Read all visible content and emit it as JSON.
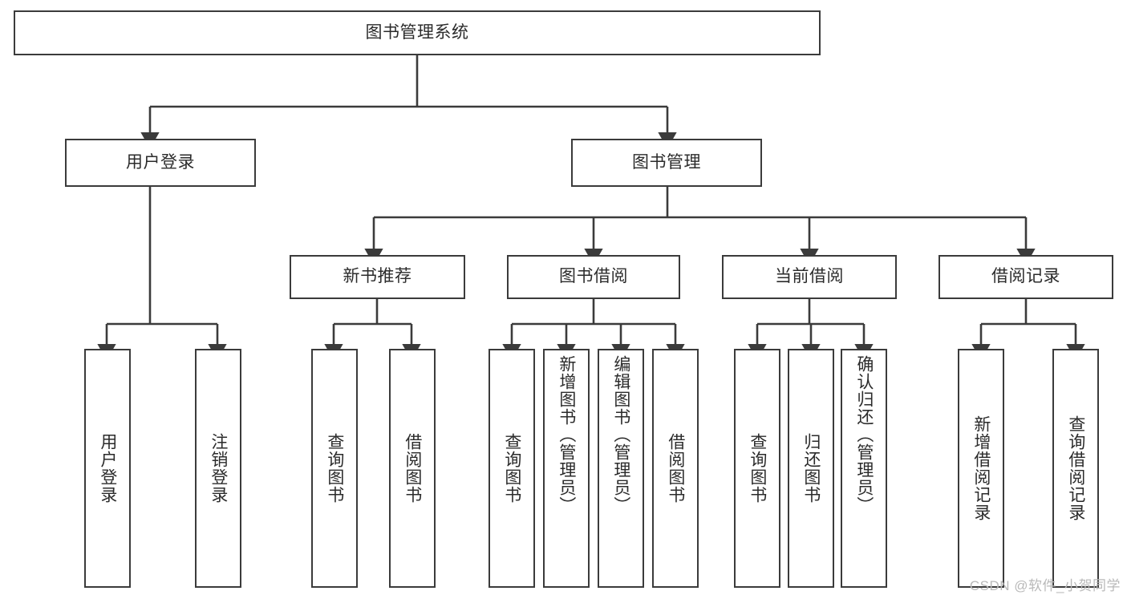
{
  "diagram": {
    "type": "tree-hierarchy-diagram",
    "title": "图书管理系统",
    "line_color": "#3b3b3b",
    "text_color": "#2b2b2b",
    "background_color": "#ffffff",
    "arrow_style": "solid-triangle",
    "nodes": {
      "root": {
        "label": "图书管理系统",
        "level": 0
      },
      "l1": [
        {
          "id": "user-login",
          "label": "用户登录",
          "level": 1
        },
        {
          "id": "book-manage",
          "label": "图书管理",
          "level": 1
        }
      ],
      "l2": [
        {
          "id": "new-book-recommend",
          "label": "新书推荐",
          "level": 2,
          "parent": "book-manage"
        },
        {
          "id": "book-borrow",
          "label": "图书借阅",
          "level": 2,
          "parent": "book-manage"
        },
        {
          "id": "current-borrow",
          "label": "当前借阅",
          "level": 2,
          "parent": "book-manage"
        },
        {
          "id": "borrow-record",
          "label": "借阅记录",
          "level": 2,
          "parent": "book-manage"
        }
      ],
      "leaves": [
        {
          "id": "leaf-user-login",
          "label": "用户登录",
          "parent": "user-login",
          "orientation": "vertical"
        },
        {
          "id": "leaf-user-logout",
          "label": "注销登录",
          "parent": "user-login",
          "orientation": "vertical"
        },
        {
          "id": "leaf-query-book-1",
          "label": "查询图书",
          "parent": "new-book-recommend",
          "orientation": "vertical"
        },
        {
          "id": "leaf-borrow-book-1",
          "label": "借阅图书",
          "parent": "new-book-recommend",
          "orientation": "vertical"
        },
        {
          "id": "leaf-query-book-2",
          "label": "查询图书",
          "parent": "book-borrow",
          "orientation": "vertical"
        },
        {
          "id": "leaf-add-book",
          "label": "新增图书（管理员）",
          "parent": "book-borrow",
          "orientation": "vertical"
        },
        {
          "id": "leaf-edit-book",
          "label": "编辑图书（管理员）",
          "parent": "book-borrow",
          "orientation": "vertical"
        },
        {
          "id": "leaf-borrow-book-2",
          "label": "借阅图书",
          "parent": "book-borrow",
          "orientation": "vertical"
        },
        {
          "id": "leaf-query-book-3",
          "label": "查询图书",
          "parent": "current-borrow",
          "orientation": "vertical"
        },
        {
          "id": "leaf-return-book",
          "label": "归还图书",
          "parent": "current-borrow",
          "orientation": "vertical"
        },
        {
          "id": "leaf-confirm-return",
          "label": "确认归还（管理员）",
          "parent": "current-borrow",
          "orientation": "vertical"
        },
        {
          "id": "leaf-add-record",
          "label": "新增借阅记录",
          "parent": "borrow-record",
          "orientation": "vertical"
        },
        {
          "id": "leaf-query-record",
          "label": "查询借阅记录",
          "parent": "borrow-record",
          "orientation": "vertical"
        }
      ]
    }
  },
  "watermark": {
    "text": "CSDN @软件_小贺同学"
  }
}
